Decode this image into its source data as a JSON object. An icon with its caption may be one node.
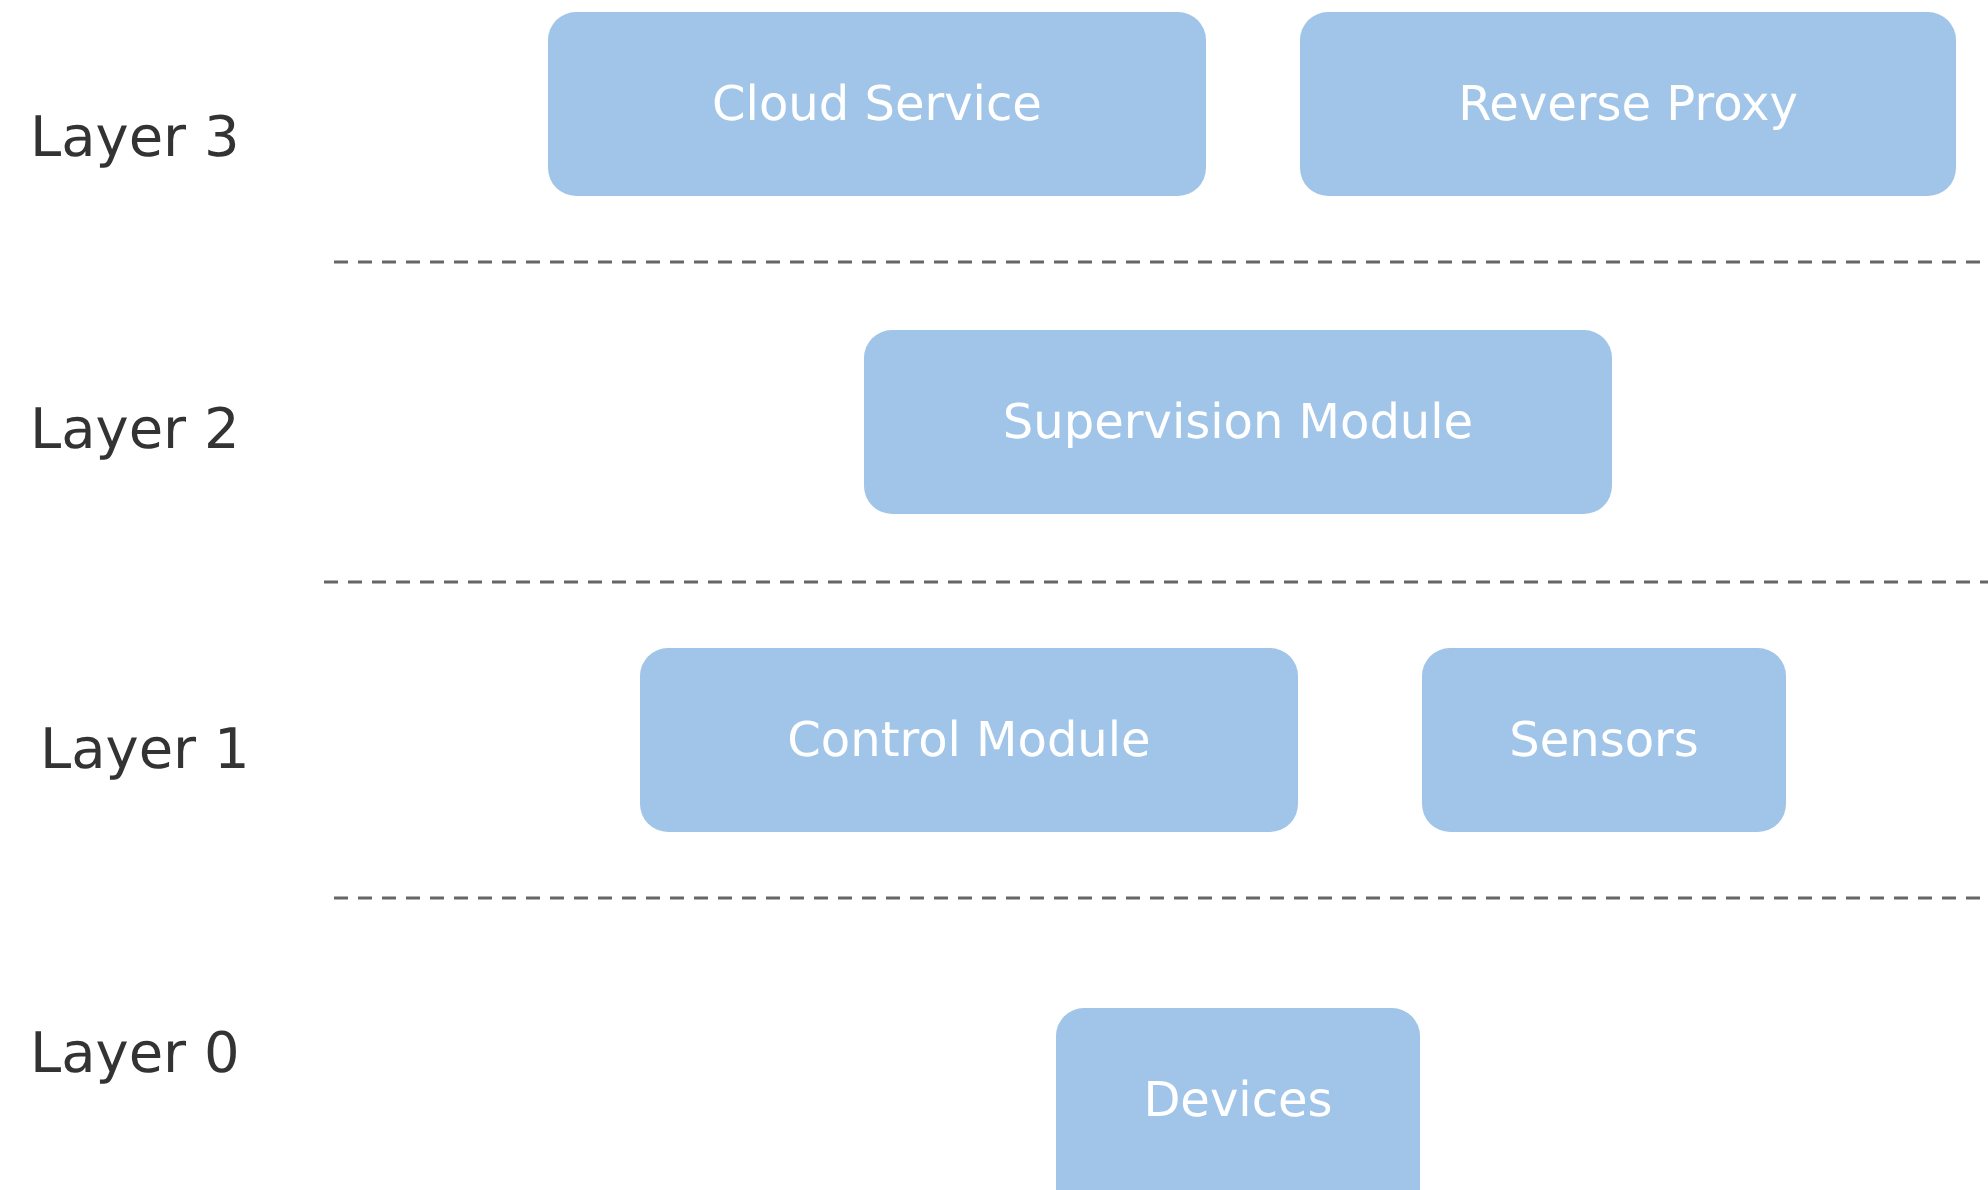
{
  "diagram": {
    "nodes": [
      {
        "text": [
          "Cloud Service"
        ]
      },
      {
        "text": [
          "Reverse Proxy"
        ]
      },
      {
        "text": [
          "Supervision Module"
        ]
      },
      {
        "text": [
          "Control Module"
        ]
      },
      {
        "text": [
          "Sensors"
        ]
      },
      {
        "text": [
          "Devices"
        ]
      }
    ],
    "labels": [
      "Layer 3",
      "Layer 2",
      "Layer 1",
      "Layer 0"
    ]
  }
}
